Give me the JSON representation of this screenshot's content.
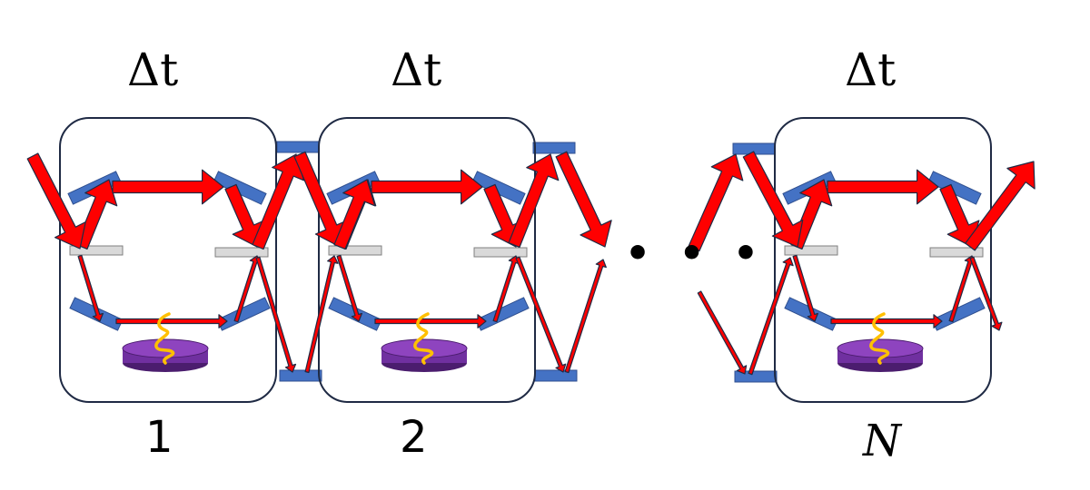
{
  "stages": [
    {
      "time_label": "Δt",
      "index_label": "1"
    },
    {
      "time_label": "Δt",
      "index_label": "2"
    },
    {
      "time_label": "Δt",
      "index_label": "N"
    }
  ],
  "ellipsis": "• • •",
  "colors": {
    "box_stroke": "#1f2a44",
    "mirror": "#4472c4",
    "mirror_stroke": "#2f4f8f",
    "beamsplitter": "#d9d9d9",
    "beam_red": "#ff0000",
    "beam_outline": "#1f2a44",
    "atom_fill": "#7030a0",
    "atom_stroke": "#4b1d6e",
    "photon_yellow": "#ffc000"
  },
  "icons": {
    "mirror": "mirror-icon",
    "beamsplitter": "beamsplitter-icon",
    "atom": "atom-disk-icon",
    "photon": "photon-wavy-icon"
  }
}
